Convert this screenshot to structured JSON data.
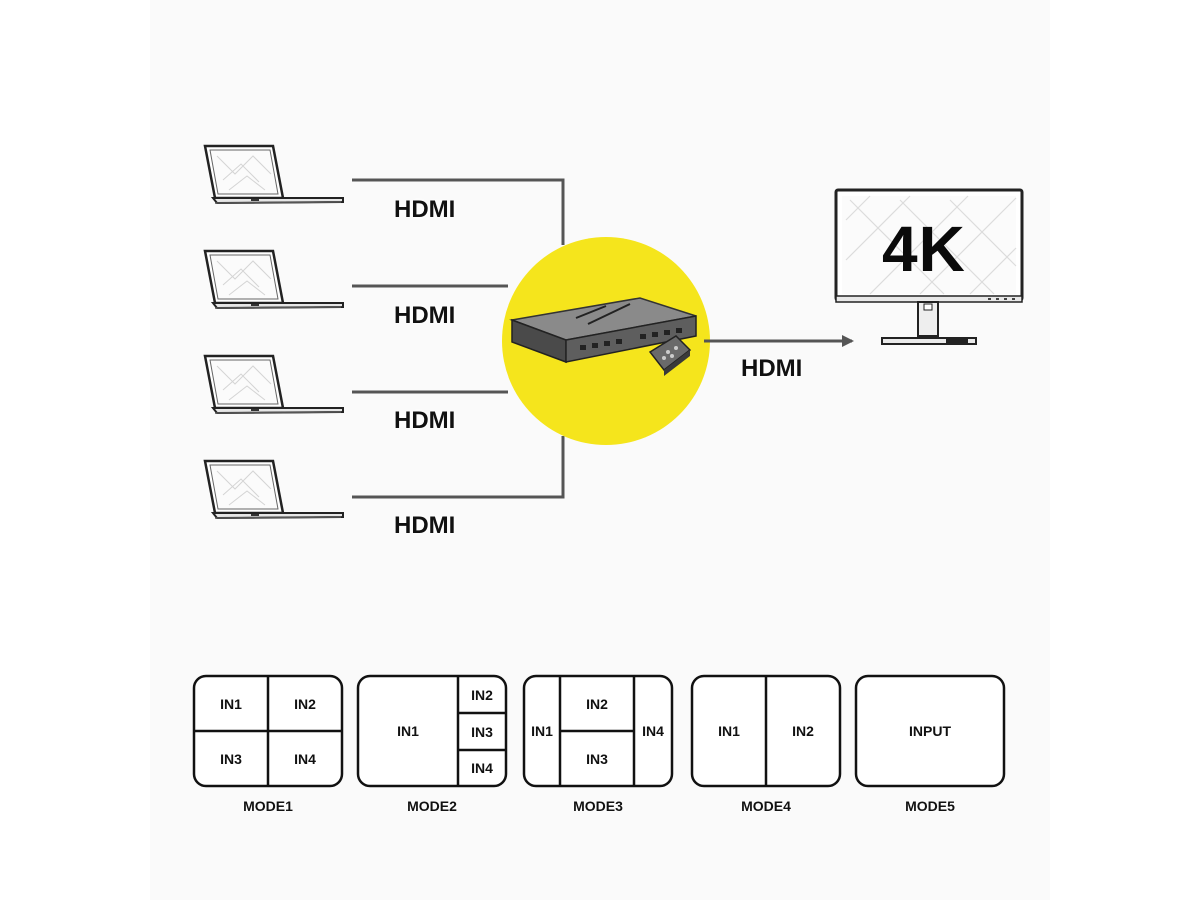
{
  "inputs": [
    {
      "label": "HDMI"
    },
    {
      "label": "HDMI"
    },
    {
      "label": "HDMI"
    },
    {
      "label": "HDMI"
    }
  ],
  "output": {
    "label": "HDMI",
    "display_text": "4K"
  },
  "colors": {
    "accent": "#f5e51c",
    "line": "#555555",
    "device": "#5a5a5a"
  },
  "modes": [
    {
      "name": "MODE1",
      "cells": [
        "IN1",
        "IN2",
        "IN3",
        "IN4"
      ]
    },
    {
      "name": "MODE2",
      "cells": [
        "IN1",
        "IN2",
        "IN3",
        "IN4"
      ]
    },
    {
      "name": "MODE3",
      "cells": [
        "IN1",
        "IN2",
        "IN3",
        "IN4"
      ]
    },
    {
      "name": "MODE4",
      "cells": [
        "IN1",
        "IN2"
      ]
    },
    {
      "name": "MODE5",
      "cells": [
        "INPUT"
      ]
    }
  ]
}
